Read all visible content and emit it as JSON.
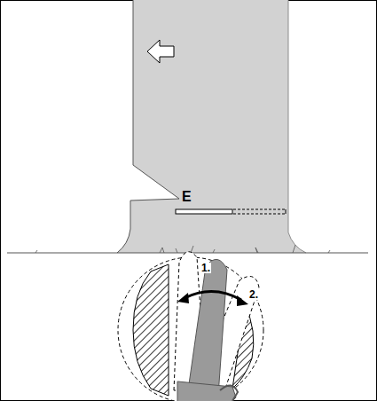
{
  "diagram": {
    "labels": [
      "E",
      "1.",
      "2."
    ]
  }
}
